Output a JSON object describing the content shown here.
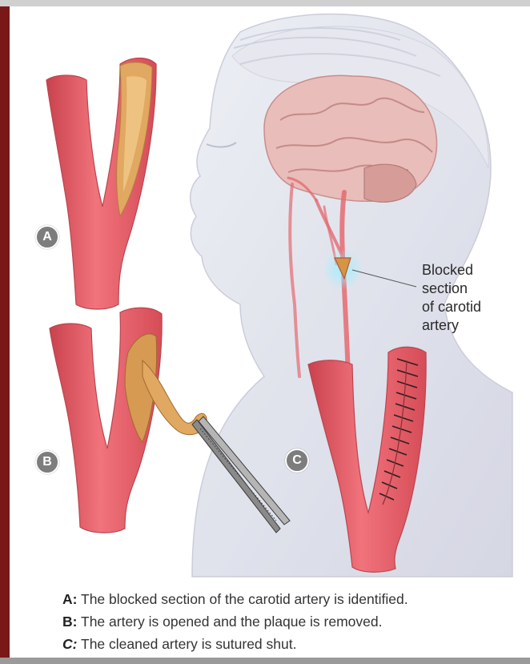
{
  "callout": {
    "lines": [
      "Blocked",
      "section",
      "of carotid",
      "artery"
    ]
  },
  "badges": {
    "a": "A",
    "b": "B",
    "c": "C"
  },
  "captions": [
    {
      "letter": "A:",
      "text": " The blocked section of the carotid artery is identified."
    },
    {
      "letter": "B:",
      "text": " The artery is opened and the plaque is removed."
    },
    {
      "letter": "C:",
      "text": " The cleaned artery is sutured shut."
    }
  ],
  "colors": {
    "frame": "#7a1818",
    "artery": "#e8606a",
    "artery_dark": "#c9424e",
    "plaque": "#d9a055",
    "head": "#dfe0ea",
    "brain": "#e8b8b4",
    "highlight": "#6fe0ff"
  }
}
